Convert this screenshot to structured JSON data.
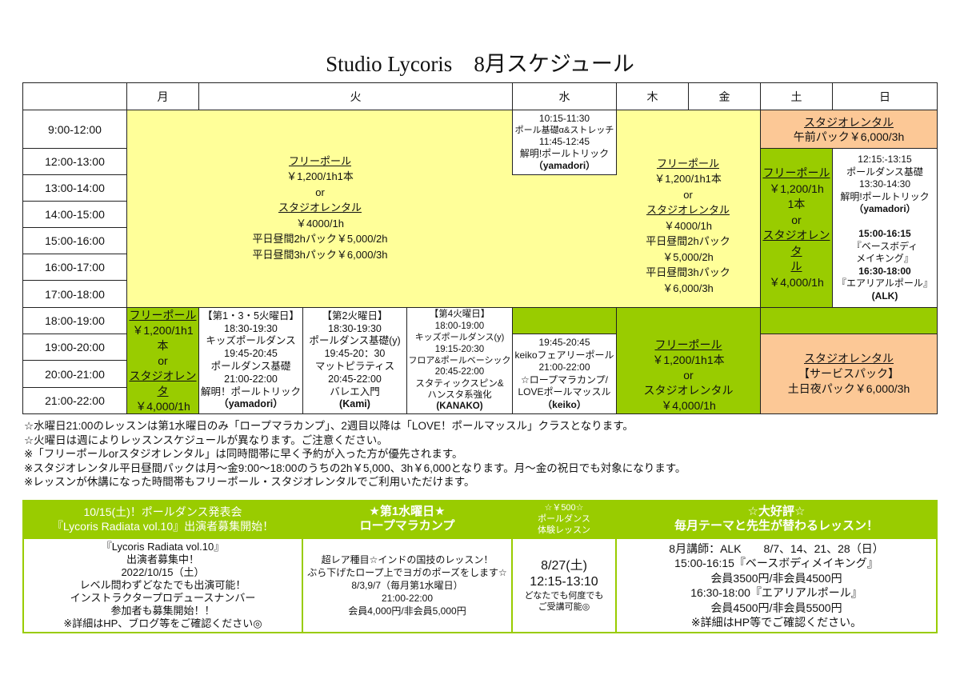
{
  "title": "Studio Lycoris　8月スケジュール",
  "days": [
    "月",
    "火",
    "水",
    "木",
    "金",
    "土",
    "日"
  ],
  "times": [
    "9:00-12:00",
    "12:00-13:00",
    "13:00-14:00",
    "14:00-15:00",
    "15:00-16:00",
    "16:00-17:00",
    "17:00-18:00",
    "18:00-19:00",
    "19:00-20:00",
    "20:00-21:00",
    "21:00-22:00"
  ],
  "cells": {
    "weekday_day": [
      "フリーポール",
      "￥1,200/1h1本",
      "or",
      "スタジオレンタル",
      "￥4000/1h",
      "平日昼間2hパック￥5,000/2h",
      "平日昼間3hパック￥6,000/3h"
    ],
    "weekday_day_thu": [
      "フリーポール",
      "￥1,200/1h1本",
      "or",
      "スタジオレンタル",
      "￥4000/1h",
      "平日昼間2hパック",
      "￥5,000/2h",
      "平日昼間3hパック",
      "￥6,000/3h"
    ],
    "wed_morning": [
      "10:15-11:30",
      "ポール基礎α&ストレッチ",
      "11:45-12:45",
      "解明!ポールトリック",
      "（yamadori）"
    ],
    "sat_morning": [
      "スタジオレンタル",
      "午前パック￥6,000/3h"
    ],
    "sat_day": [
      "フリーポール",
      "￥1,200/1h",
      "1本",
      "or",
      "スタジオレンタ",
      "ル",
      "￥4,000/1h"
    ],
    "sun_day": [
      "12:15:-13:15",
      "ポールダンス基礎",
      "13:30-14:30",
      "解明!ポールトリック",
      "（yamadori）",
      "",
      "15:00-16:15",
      "『ベースボディ",
      "メイキング』",
      "16:30-18:00",
      "『エアリアルポール』",
      "(ALK)"
    ],
    "mon_night": [
      "フリーポール",
      "￥1,200/1h1",
      "本",
      "or",
      "スタジオレンタ",
      "￥4,000/1h"
    ],
    "tue1": [
      "【第1・3・5火曜日】",
      "18:30-19:30",
      "キッズポールダンス",
      "19:45-20:45",
      "ポールダンス基礎",
      "21:00-22:00",
      "解明！ポールトリック",
      "（yamadori）"
    ],
    "tue2": [
      "【第2火曜日】",
      "18:30-19:30",
      "ポールダンス基礎(y)",
      "19:45-20：30",
      "マットピラティス",
      "20:45-22:00",
      "バレエ入門",
      "(Kami)"
    ],
    "tue4": [
      "【第4火曜日】",
      "18:00-19:00",
      "キッズポールダンス(y)",
      "19:15-20:30",
      "フロア&ポールベーシック",
      "20:45-22:00",
      "スタティックスピン&",
      "ハンスタ系強化",
      "(KANAKO)"
    ],
    "wed_night": [
      "19:45-20:45",
      "keikoフェアリーポール",
      "21:00-22:00",
      "☆ロープマラカンプ/",
      "LOVEポールマッスル",
      "（keiko）"
    ],
    "thu_night": [
      "フリーポール",
      "￥1,200/1h1本",
      "or",
      "スタジオレンタル ￥4,000/1h"
    ],
    "weekend_night": [
      "スタジオレンタル",
      "【サービスパック】",
      "土日夜パック￥6,000/3h"
    ]
  },
  "notes": [
    "☆水曜日21:00のレッスンは第1水曜日のみ「ロープマラカンプ」、2週目以降は「LOVE！ポールマッスル」クラスとなります。",
    "☆火曜日は週によりレッスンスケジュールが異なります。ご注意ください。",
    "※「フリーポールorスタジオレンタル」は同時間帯に早く予約が入った方が優先されます。",
    "※スタジオレンタル平日昼間パックは月～金9:00～18:00のうちの2h￥5,000、3h￥6,000となります。月～金の祝日でも対象になります。",
    "※レッスンが休講になった時間帯もフリーポール・スタジオレンタルでご利用いただけます。"
  ],
  "boxes": {
    "b1h": [
      "10/15(土)！ポールダンス発表会",
      "『Lycoris Radiata vol.10』出演者募集開始！"
    ],
    "b1": [
      "『Lycoris Radiata vol.10』",
      "出演者募集中！",
      "2022/10/15（土）",
      "レベル問わずどなたでも出演可能！",
      "インストラクタープロデュースナンバー",
      "参加者も募集開始！！",
      "※詳細はHP、ブログ等をご確認ください◎"
    ],
    "b2h": [
      "★第1水曜日★",
      "ロープマラカンプ"
    ],
    "b2": [
      "超レア種目☆インドの国技のレッスン！",
      "ぶら下げたロープ上でヨガのポーズをします☆",
      "8/3,9/7（毎月第1水曜日）",
      "21:00-22:00",
      "会員4,000円/非会員5,000円"
    ],
    "b3h": [
      "☆￥500☆",
      "ポールダンス",
      "体験レッスン"
    ],
    "b3": [
      "8/27(土)",
      "12:15-13:10",
      "どなたでも何度でも",
      "ご受講可能◎"
    ],
    "b4h": [
      "☆大好評☆",
      "毎月テーマと先生が替わるレッスン！"
    ],
    "b4": [
      "8月講師：ALK　　8/7、14、21、28（日）",
      "15:00-16:15『ベースボディメイキング』",
      "会員3500円/非会員4500円",
      "16:30-18:00『エアリアルポール』",
      "会員4500円/非会員5500円",
      "※詳細はHP等でご確認ください。"
    ]
  }
}
